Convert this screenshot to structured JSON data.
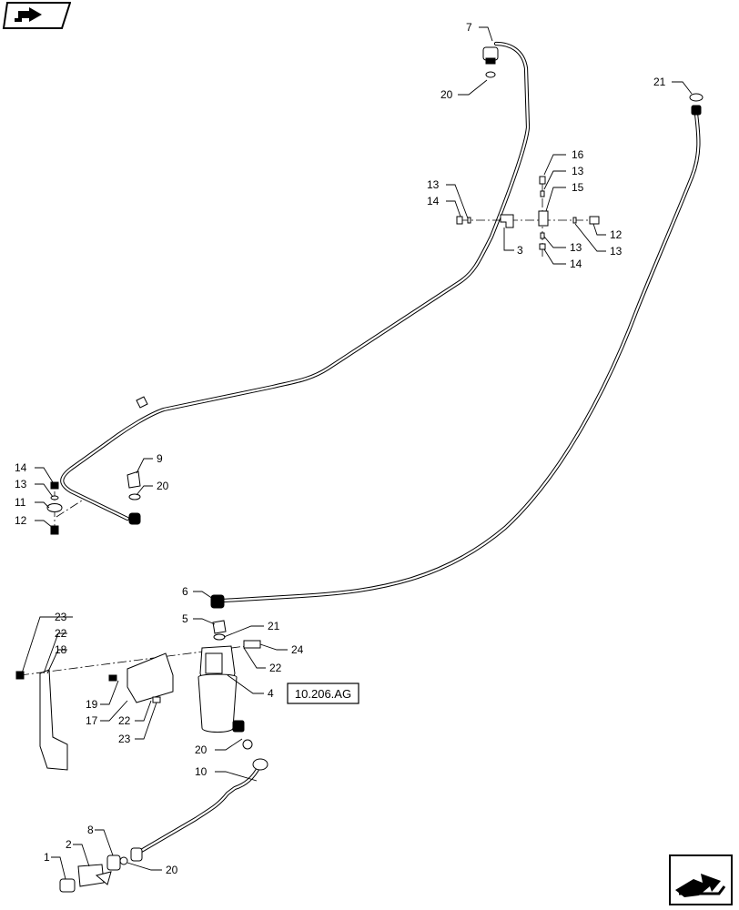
{
  "reference_box": {
    "label": "10.206.AG"
  },
  "callouts": [
    {
      "id": "c-7",
      "label": "7"
    },
    {
      "id": "c-20a",
      "label": "20"
    },
    {
      "id": "c-21a",
      "label": "21"
    },
    {
      "id": "c-16",
      "label": "16"
    },
    {
      "id": "c-13a",
      "label": "13"
    },
    {
      "id": "c-15",
      "label": "15"
    },
    {
      "id": "c-13b",
      "label": "13"
    },
    {
      "id": "c-14a",
      "label": "14"
    },
    {
      "id": "c-3",
      "label": "3"
    },
    {
      "id": "c-13c",
      "label": "13"
    },
    {
      "id": "c-14b",
      "label": "14"
    },
    {
      "id": "c-12a",
      "label": "12"
    },
    {
      "id": "c-13d",
      "label": "13"
    },
    {
      "id": "c-14c",
      "label": "14"
    },
    {
      "id": "c-13e",
      "label": "13"
    },
    {
      "id": "c-11",
      "label": "11"
    },
    {
      "id": "c-12b",
      "label": "12"
    },
    {
      "id": "c-9",
      "label": "9"
    },
    {
      "id": "c-20b",
      "label": "20"
    },
    {
      "id": "c-6",
      "label": "6"
    },
    {
      "id": "c-5",
      "label": "5"
    },
    {
      "id": "c-21b",
      "label": "21"
    },
    {
      "id": "c-24",
      "label": "24"
    },
    {
      "id": "c-22a",
      "label": "22"
    },
    {
      "id": "c-23a",
      "label": "23"
    },
    {
      "id": "c-22b",
      "label": "22"
    },
    {
      "id": "c-18",
      "label": "18"
    },
    {
      "id": "c-19",
      "label": "19"
    },
    {
      "id": "c-17",
      "label": "17"
    },
    {
      "id": "c-22c",
      "label": "22"
    },
    {
      "id": "c-23b",
      "label": "23"
    },
    {
      "id": "c-4",
      "label": "4"
    },
    {
      "id": "c-20c",
      "label": "20"
    },
    {
      "id": "c-10",
      "label": "10"
    },
    {
      "id": "c-8",
      "label": "8"
    },
    {
      "id": "c-2",
      "label": "2"
    },
    {
      "id": "c-1",
      "label": "1"
    },
    {
      "id": "c-20d",
      "label": "20"
    }
  ],
  "icons": {
    "top_left": "book-arrow-icon",
    "bottom_right": "next-page-arrow-icon"
  }
}
